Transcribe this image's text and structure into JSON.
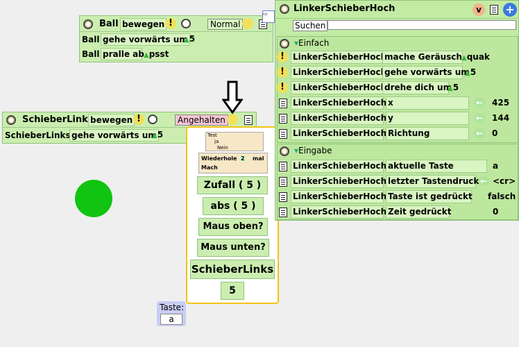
{
  "ball_panel": {
    "name": "Ball",
    "mode": "bewegen",
    "speed": "Normal",
    "rows": [
      {
        "obj": "Ball",
        "cmd": "gehe vorwärts um",
        "val": "5"
      },
      {
        "obj": "Ball",
        "cmd": "pralle ab",
        "val": "psst"
      }
    ]
  },
  "slider_panel": {
    "name": "SchieberLinks",
    "mode": "bewegen",
    "status": "Angehalten",
    "row": {
      "obj": "SchieberLinks",
      "cmd": "gehe vorwärts um",
      "val": "5"
    }
  },
  "viewer": {
    "title": "LinkerSchieberHoch",
    "search_label": "Suchen",
    "search_value": "",
    "cat_einfach": "Einfach",
    "cat_eingabe": "Eingabe",
    "einfach_rows": [
      {
        "obj": "LinkerSchieberHoch",
        "cmd": "mache Geräusch",
        "val": "quak"
      },
      {
        "obj": "LinkerSchieberHoch",
        "cmd": "gehe vorwärts um",
        "val": "5"
      },
      {
        "obj": "LinkerSchieberHoch",
        "cmd": "drehe dich um",
        "val": "5"
      }
    ],
    "var_rows": [
      {
        "obj": "LinkerSchieberHochs",
        "cmd": "x",
        "val": "425"
      },
      {
        "obj": "LinkerSchieberHochs",
        "cmd": "y",
        "val": "144"
      },
      {
        "obj": "LinkerSchieberHochs",
        "cmd": "Richtung",
        "val": "0"
      }
    ],
    "eingabe_rows": [
      {
        "obj": "LinkerSchieberHochs",
        "cmd": "aktuelle Taste",
        "val": "a"
      },
      {
        "obj": "LinkerSchieberHochs",
        "cmd": "letzter Tastendruck",
        "val": "<cr>"
      },
      {
        "obj": "LinkerSchieberHochs",
        "cmd": "Taste ist gedrückt",
        "val": "falsch"
      },
      {
        "obj": "LinkerSchieberHochs",
        "cmd": "Zeit gedrückt",
        "val": "0"
      }
    ]
  },
  "popup": {
    "test": "Test",
    "ja": "ja",
    "nein": "Nein",
    "repeat": "Wiederhole",
    "repeat_count": "2",
    "mal": "mal",
    "mach": "Mach",
    "random": "Zufall",
    "random_val": "5",
    "abs": "abs",
    "abs_val": "5",
    "mouse_up": "Maus oben?",
    "mouse_down": "Maus unten?",
    "obj": "SchieberLinks",
    "number": "5"
  },
  "key_watcher": {
    "label": "Taste:",
    "value": "a"
  },
  "colors": {
    "panel": "#cbeeb0",
    "ball": "#11c411",
    "popup_border": "#f0c419"
  }
}
